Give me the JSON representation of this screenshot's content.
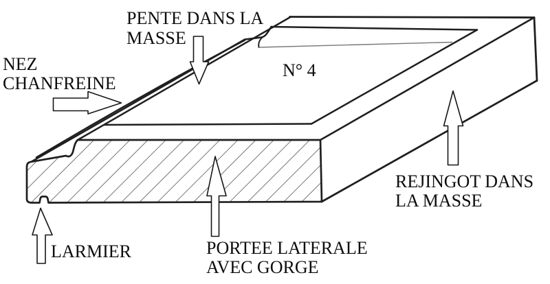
{
  "figure": {
    "kind": "window-sill-profile-diagram",
    "number_label": "N° 4",
    "labels": {
      "pente": {
        "line1": "PENTE DANS LA",
        "line2": "MASSE"
      },
      "nez": {
        "line1": "NEZ",
        "line2": "CHANFREINE"
      },
      "larmier": {
        "line1": "LARMIER"
      },
      "portee": {
        "line1": "PORTEE LATERALE",
        "line2": "AVEC GORGE"
      },
      "rejingot": {
        "line1": "REJINGOT DANS",
        "line2": "LA MASSE"
      }
    },
    "colors": {
      "background": "#ffffff",
      "line": "#1f1f1f",
      "hatch": "#4a4a4a",
      "thin_edge": "#787878",
      "text": "#0d0d0d",
      "arrow_fill": "#ffffff"
    }
  }
}
